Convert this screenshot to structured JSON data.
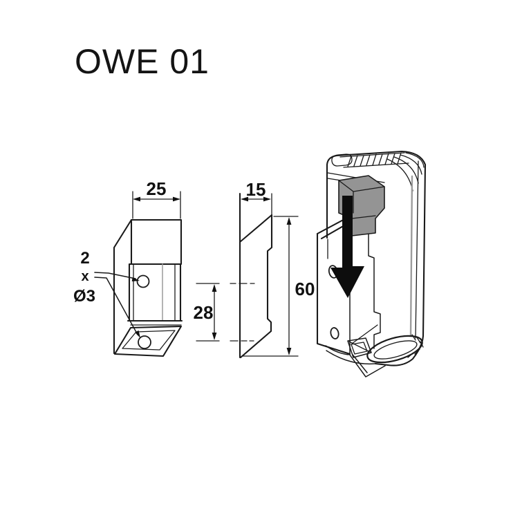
{
  "drawing": {
    "title": "OWE 01",
    "front_view": {
      "width_dim": "25",
      "hole_note": {
        "count": "2",
        "times": "x",
        "diameter": "Ø3"
      }
    },
    "side_view": {
      "depth_dim": "15",
      "hole_spacing_dim": "28",
      "height_dim": "60"
    },
    "colors": {
      "line": "#1a1a1a",
      "gray_detail": "#9c9c9c",
      "button_gray": "#949494",
      "arrow_black": "#0d0d0d",
      "background": "#ffffff"
    }
  }
}
